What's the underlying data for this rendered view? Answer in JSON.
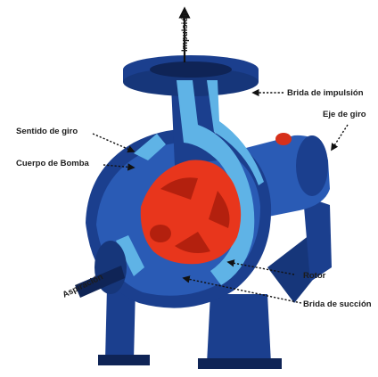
{
  "diagram": {
    "labels": {
      "impulsion": "Impulsión",
      "brida_impulsion": "Brida de impulsión",
      "eje_giro": "Eje de giro",
      "sentido_giro": "Sentido de giro",
      "cuerpo_bomba": "Cuerpo de Bomba",
      "aspiracion": "Aspiración",
      "rotor": "Rotor",
      "brida_succion": "Brida de succión"
    },
    "colors": {
      "casing_dark": "#1b3f8e",
      "casing_mid": "#2a5bb5",
      "cut_surface": "#5fb3e6",
      "impeller": "#e8361c",
      "impeller_dark": "#b3200e",
      "cap_red": "#d6301a",
      "shadow": "#0f2456"
    }
  }
}
